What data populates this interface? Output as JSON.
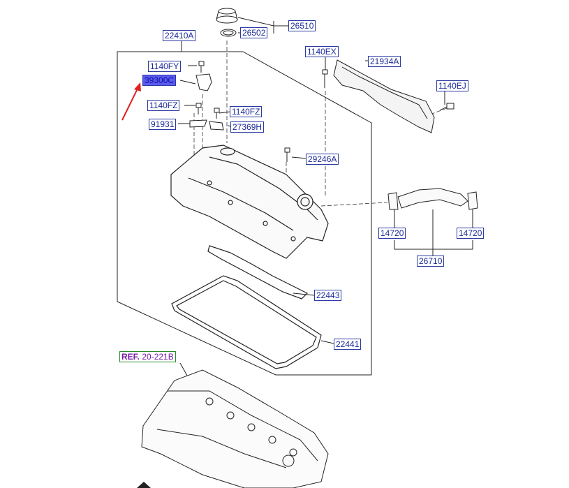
{
  "diagram": {
    "highlight_color": "#5b5bf0",
    "label_color": "#1b2a9a",
    "ref_border_color": "#2a8a2a",
    "ref_text_color": "#7a1aa8",
    "arrow_color": "#e02020",
    "part_labels": {
      "p26510": "26510",
      "p26502": "26502",
      "p22410A": "22410A",
      "p1140EX": "1140EX",
      "p21934A": "21934A",
      "p1140FY": "1140FY",
      "p39300C": "39300C",
      "p1140EJ": "1140EJ",
      "p1140FZ_a": "1140FZ",
      "p1140FZ_b": "1140FZ",
      "p91931": "91931",
      "p27369H": "27369H",
      "p29246A": "29246A",
      "p14720_a": "14720",
      "p14720_b": "14720",
      "p26710": "26710",
      "p22443": "22443",
      "p22441": "22441"
    },
    "reference": {
      "prefix": "REF.",
      "number": "20-221B"
    }
  }
}
